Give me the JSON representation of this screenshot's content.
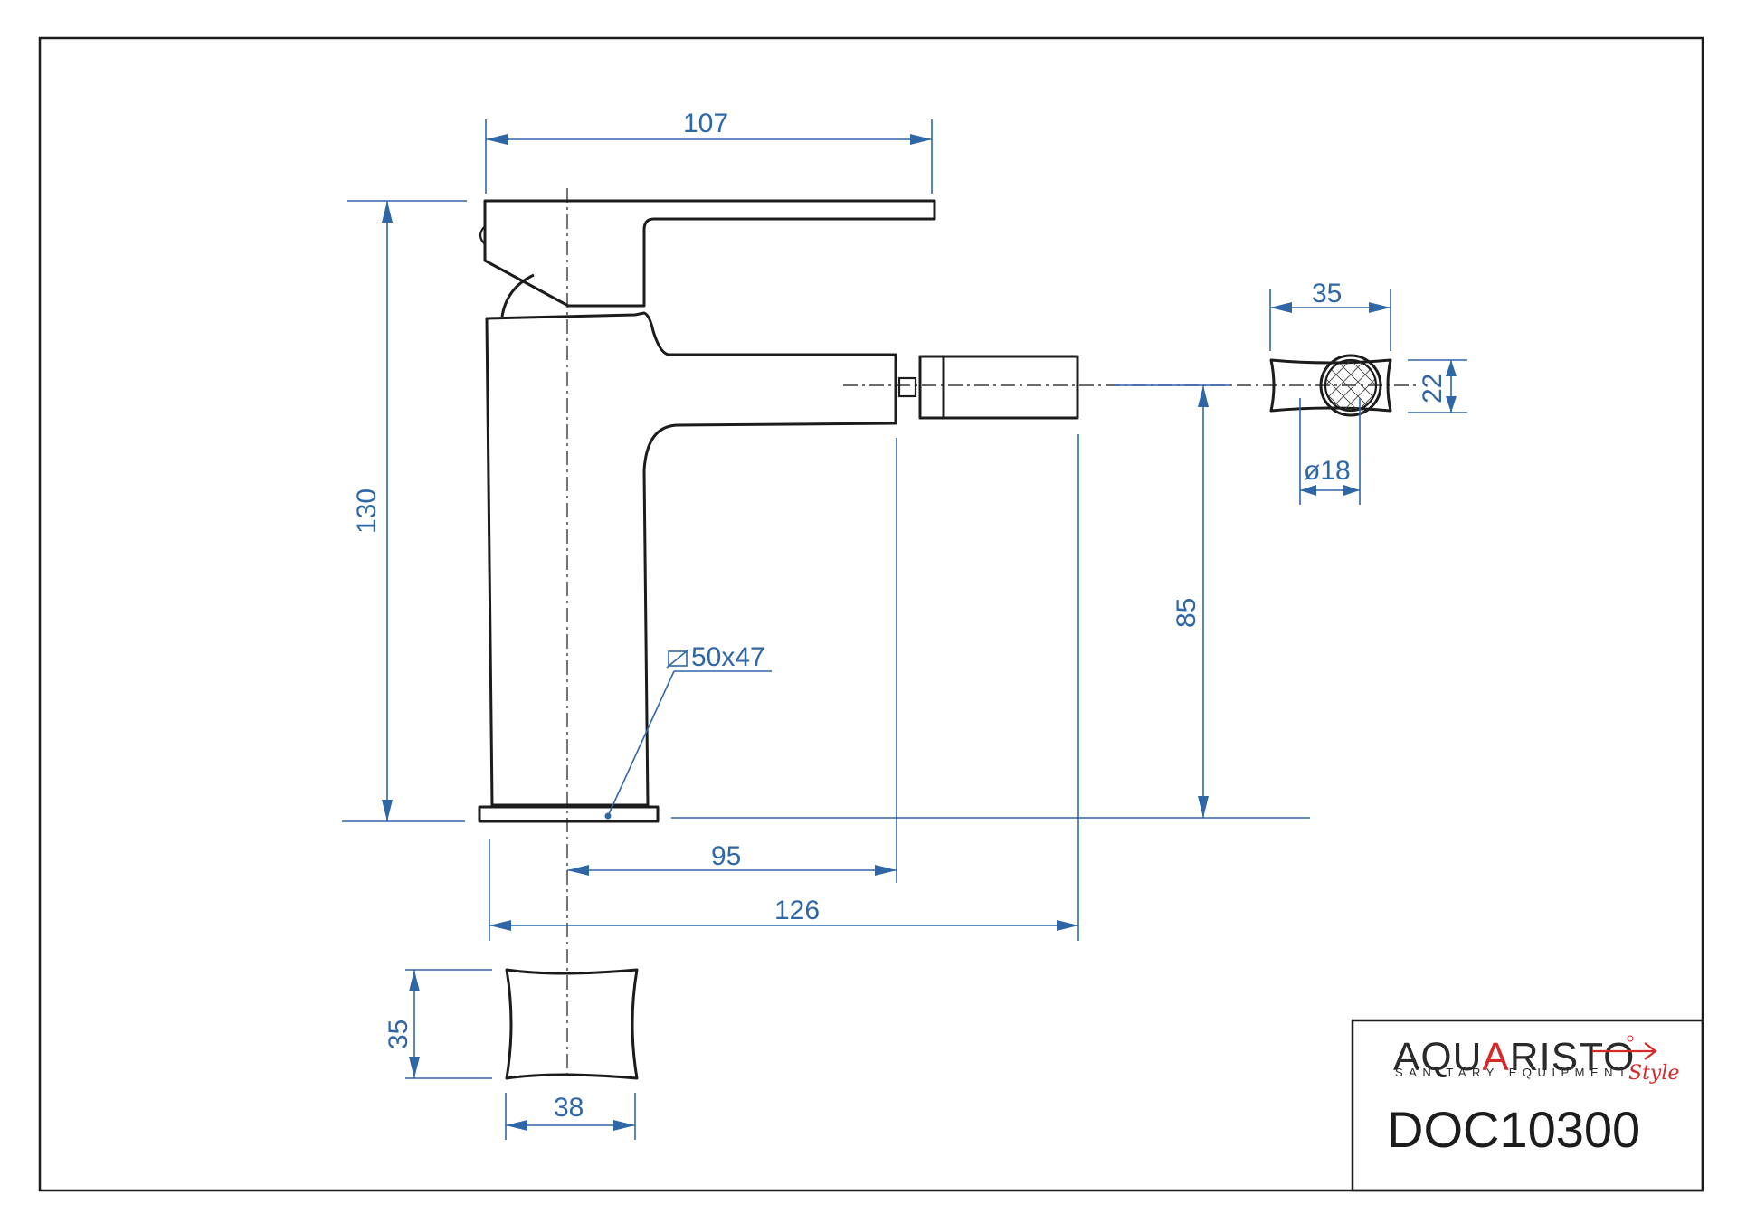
{
  "dimensions": {
    "top_width": "107",
    "total_height": "130",
    "side_width": "35",
    "side_height": "22",
    "nozzle_diameter": "ø18",
    "outlet_height": "85",
    "base_size": "50x47",
    "outlet_reach": "95",
    "total_reach": "126",
    "handle_height": "35",
    "handle_width": "38"
  },
  "title_block": {
    "logo_part1": "AQU",
    "logo_part2": "A",
    "logo_part3": "RISTO",
    "logo_subtitle": "SANITARY EQUIPMENT",
    "logo_style": "Style",
    "product_code": "DOC10300"
  },
  "colors": {
    "dimension": "#2f67a6",
    "outline": "#1c1c1c",
    "brand_red": "#d62a2a"
  }
}
